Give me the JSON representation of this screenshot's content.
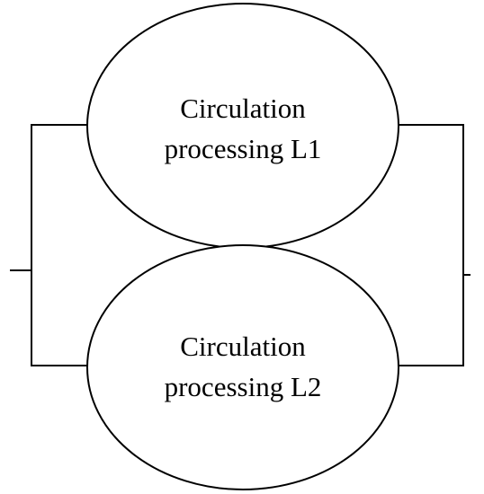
{
  "diagram": {
    "nodes": [
      {
        "id": "L1",
        "lines": [
          "Circulation",
          "processing L1"
        ]
      },
      {
        "id": "L2",
        "lines": [
          "Circulation",
          "processing L2"
        ]
      }
    ]
  }
}
